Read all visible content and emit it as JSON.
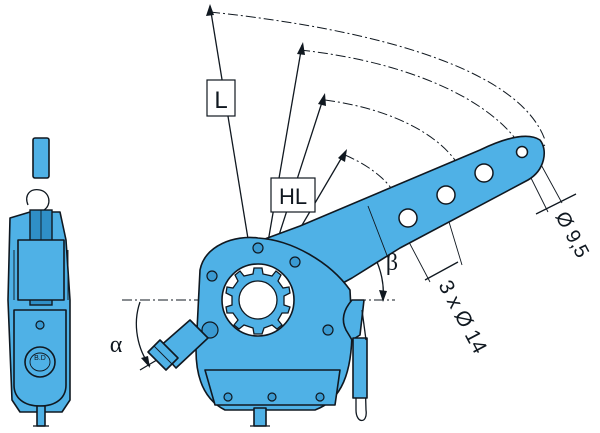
{
  "labels": {
    "L": "L",
    "HL": "HL",
    "beta": "β",
    "alpha": "α",
    "holes_spec": "3 x Ø 14",
    "end_hole_spec": "Ø 9,5",
    "badge": "B.D"
  },
  "colors": {
    "body": "#4fb1e6",
    "outline": "#101820",
    "background": "#ffffff"
  }
}
